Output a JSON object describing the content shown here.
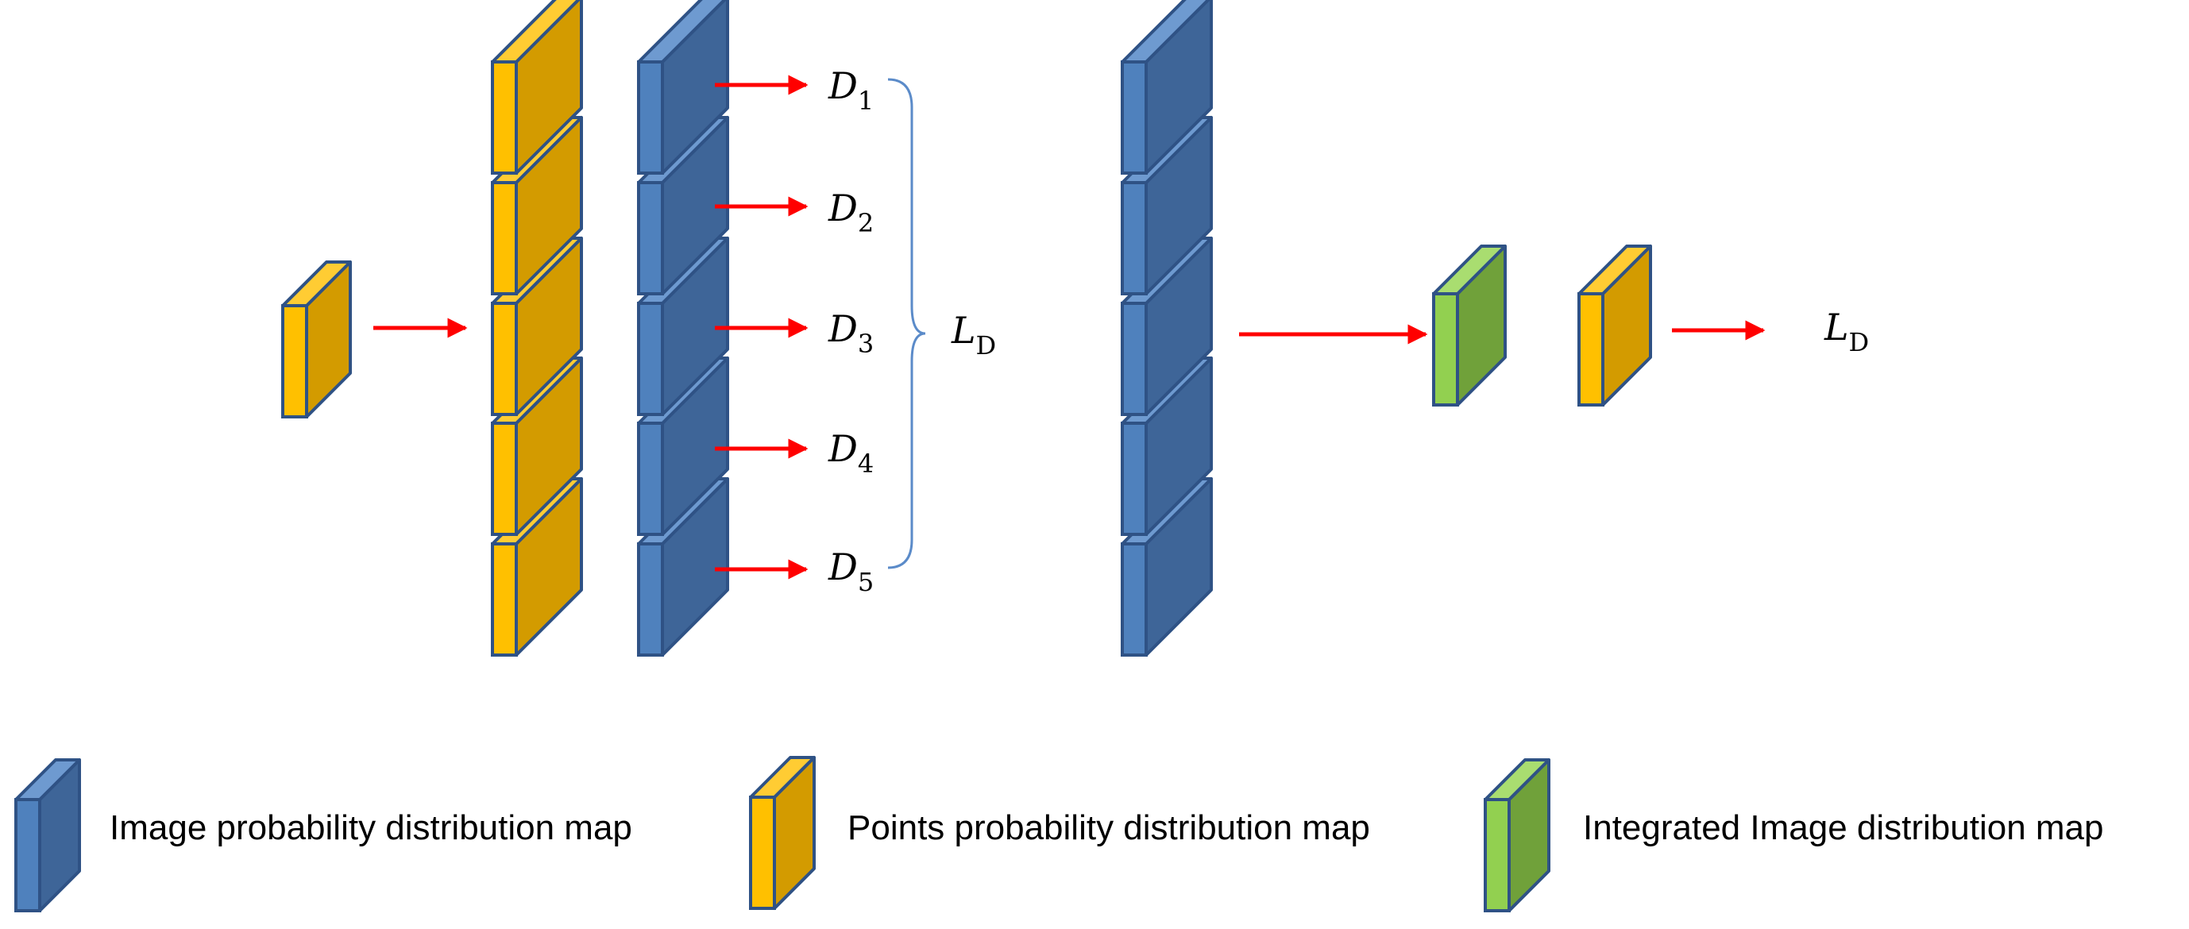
{
  "colors": {
    "blue": {
      "front": "#4F81BD",
      "side": "#3E6598",
      "top": "#6E9AD0",
      "stroke": "#2F5285"
    },
    "yellow": {
      "front": "#FFC000",
      "side": "#D39B00",
      "top": "#FFCC33",
      "stroke": "#2F5285"
    },
    "green": {
      "front": "#92D050",
      "side": "#70A13A",
      "top": "#A9DD70",
      "stroke": "#2F5285"
    },
    "arrow": "#FF0000",
    "brace": "#5B8BC9"
  },
  "diagram": {
    "outputs": [
      {
        "symbol": "D",
        "subscript": "1"
      },
      {
        "symbol": "D",
        "subscript": "2"
      },
      {
        "symbol": "D",
        "subscript": "3"
      },
      {
        "symbol": "D",
        "subscript": "4"
      },
      {
        "symbol": "D",
        "subscript": "5"
      }
    ],
    "loss_label": {
      "symbol": "L",
      "subscript": "D"
    },
    "final_loss_label": {
      "symbol": "L",
      "subscript": "D"
    }
  },
  "legend": {
    "items": [
      {
        "color": "blue",
        "label": "Image probability distribution map"
      },
      {
        "color": "yellow",
        "label": "Points probability distribution map"
      },
      {
        "color": "green",
        "label": "Integrated Image distribution map"
      }
    ]
  }
}
